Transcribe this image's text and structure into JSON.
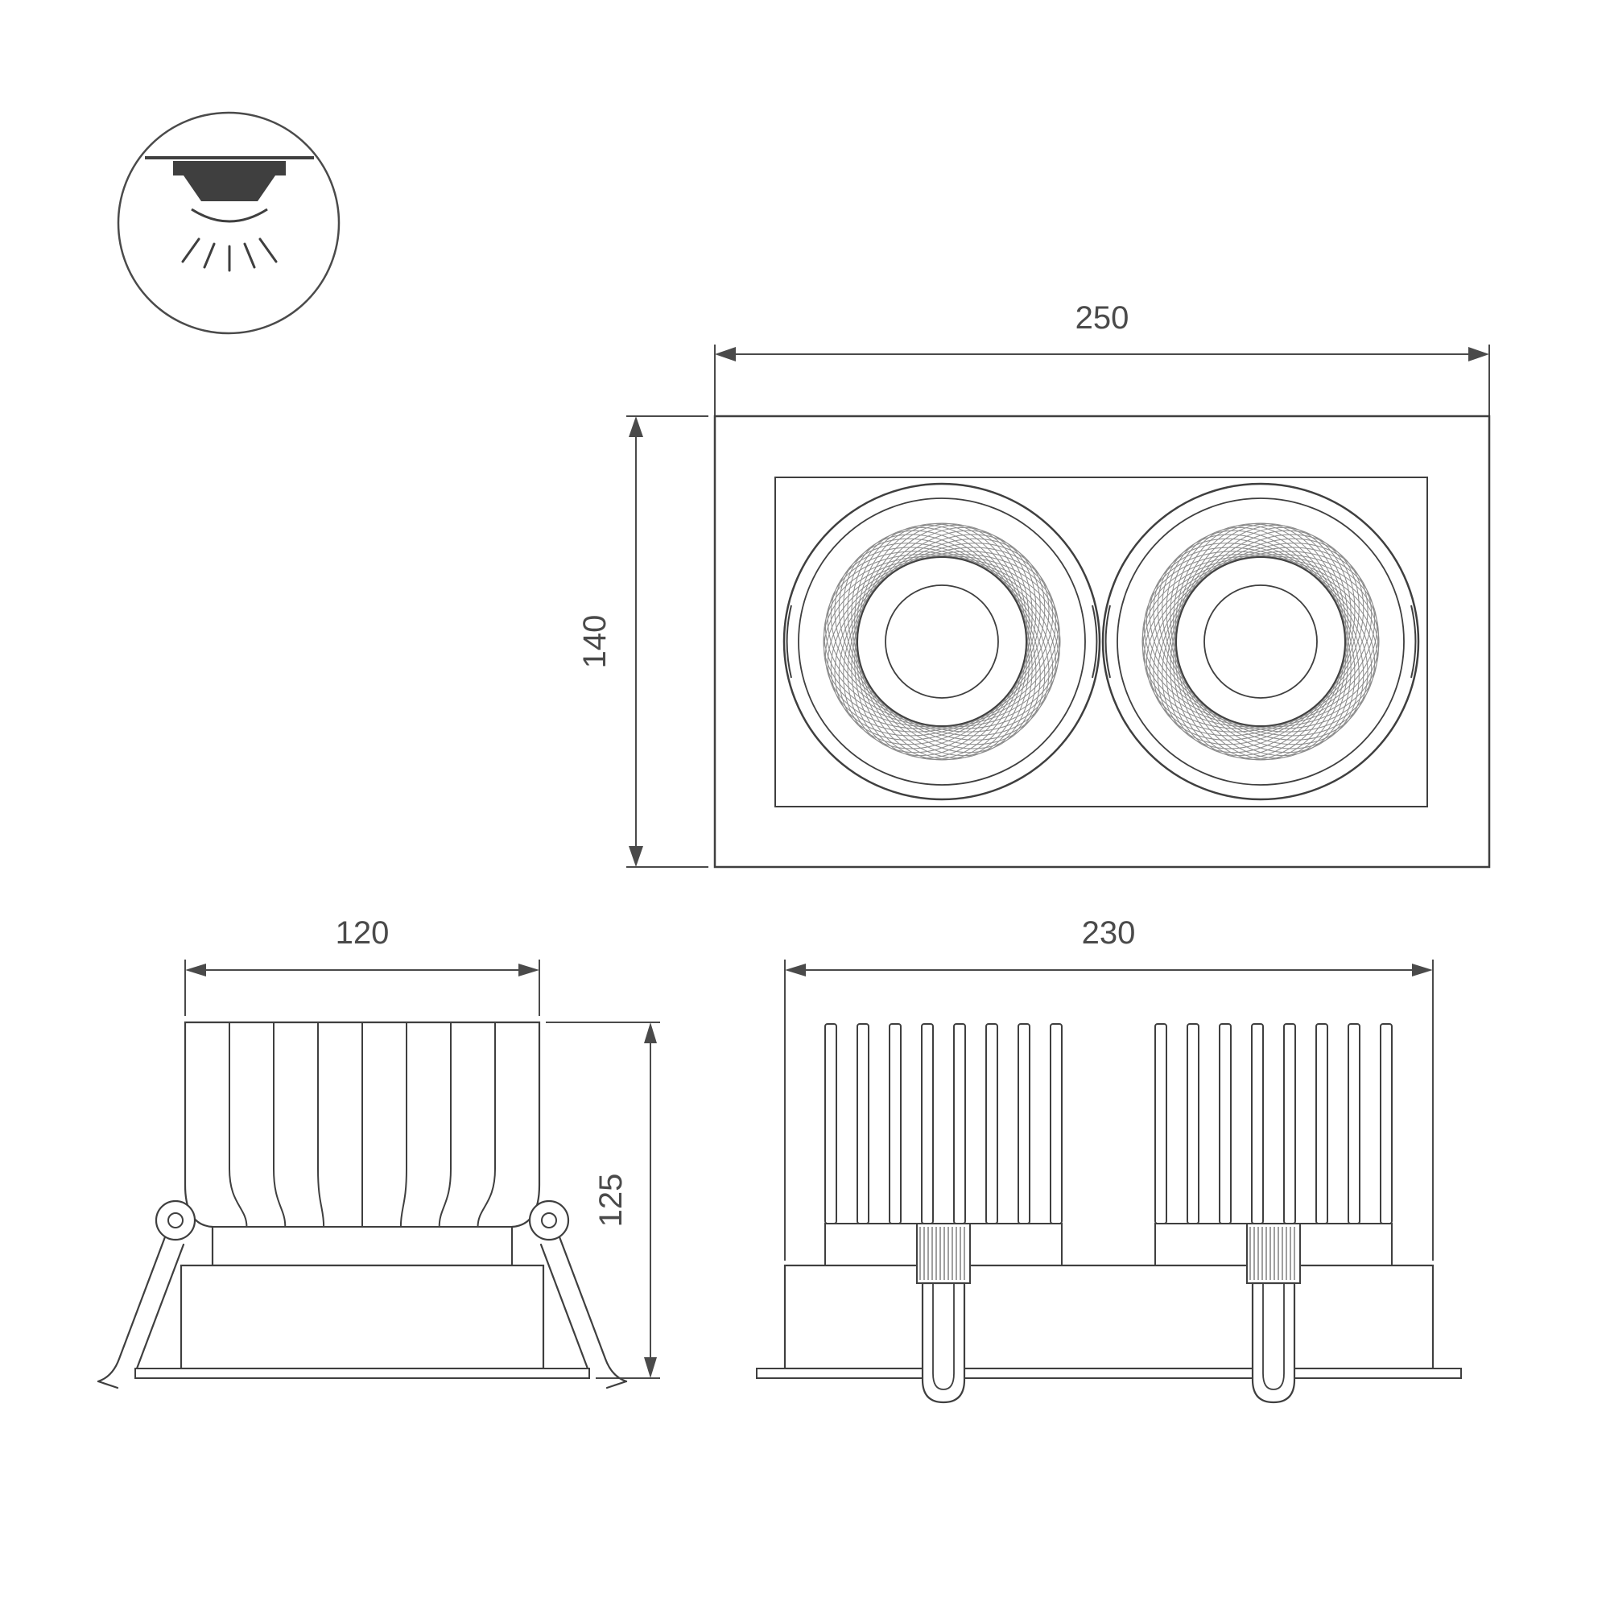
{
  "icon": {
    "name": "recessed-downlight-icon"
  },
  "dimensions": {
    "plan_width": "250",
    "plan_height": "140",
    "side_width": "120",
    "side_height": "125",
    "front_width": "230"
  },
  "colors": {
    "line": "#3f3f3f",
    "dim": "#4a4a4a",
    "mesh": "#8a8a8a"
  }
}
